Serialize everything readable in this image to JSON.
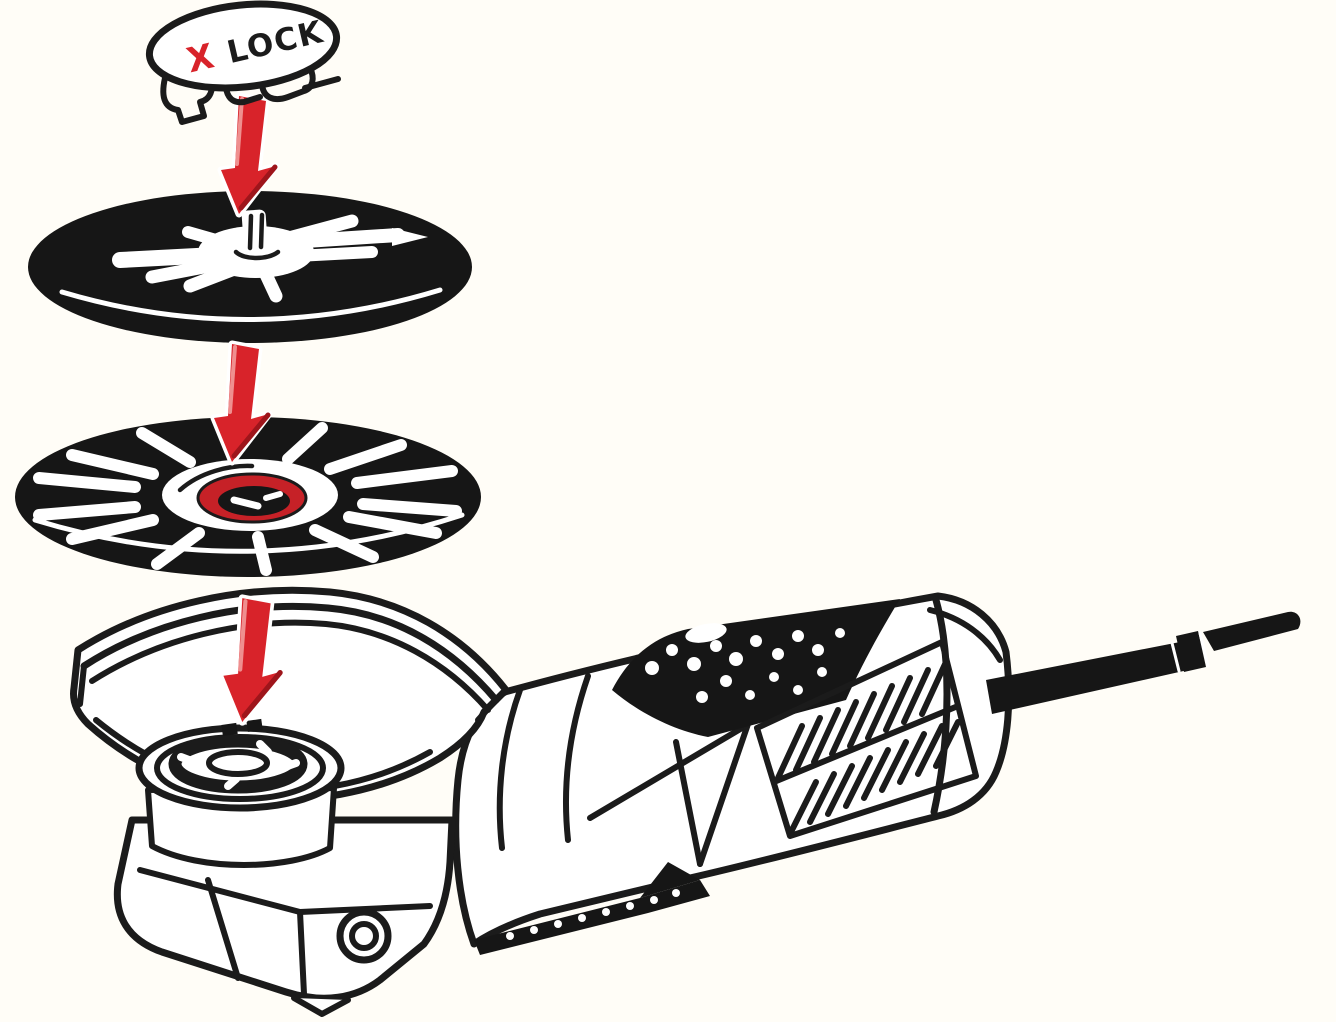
{
  "palette": {
    "ink": "#1b1b1b",
    "red": "#d8232a",
    "red_dark": "#9e151b",
    "red_light": "#ef8f8f",
    "disc_black": "#161616",
    "ring_red": "#c62127",
    "paper": "#fffdf7"
  },
  "cap_label": {
    "first": "X",
    "rest": "LOCK"
  },
  "icons": {
    "arrow": "down-arrow-icon",
    "cap": "x-lock-clip-cap",
    "backing_pad": "backing-pad-disc",
    "grinding_disc": "x-lock-grinding-disc",
    "grinder": "angle-grinder"
  }
}
